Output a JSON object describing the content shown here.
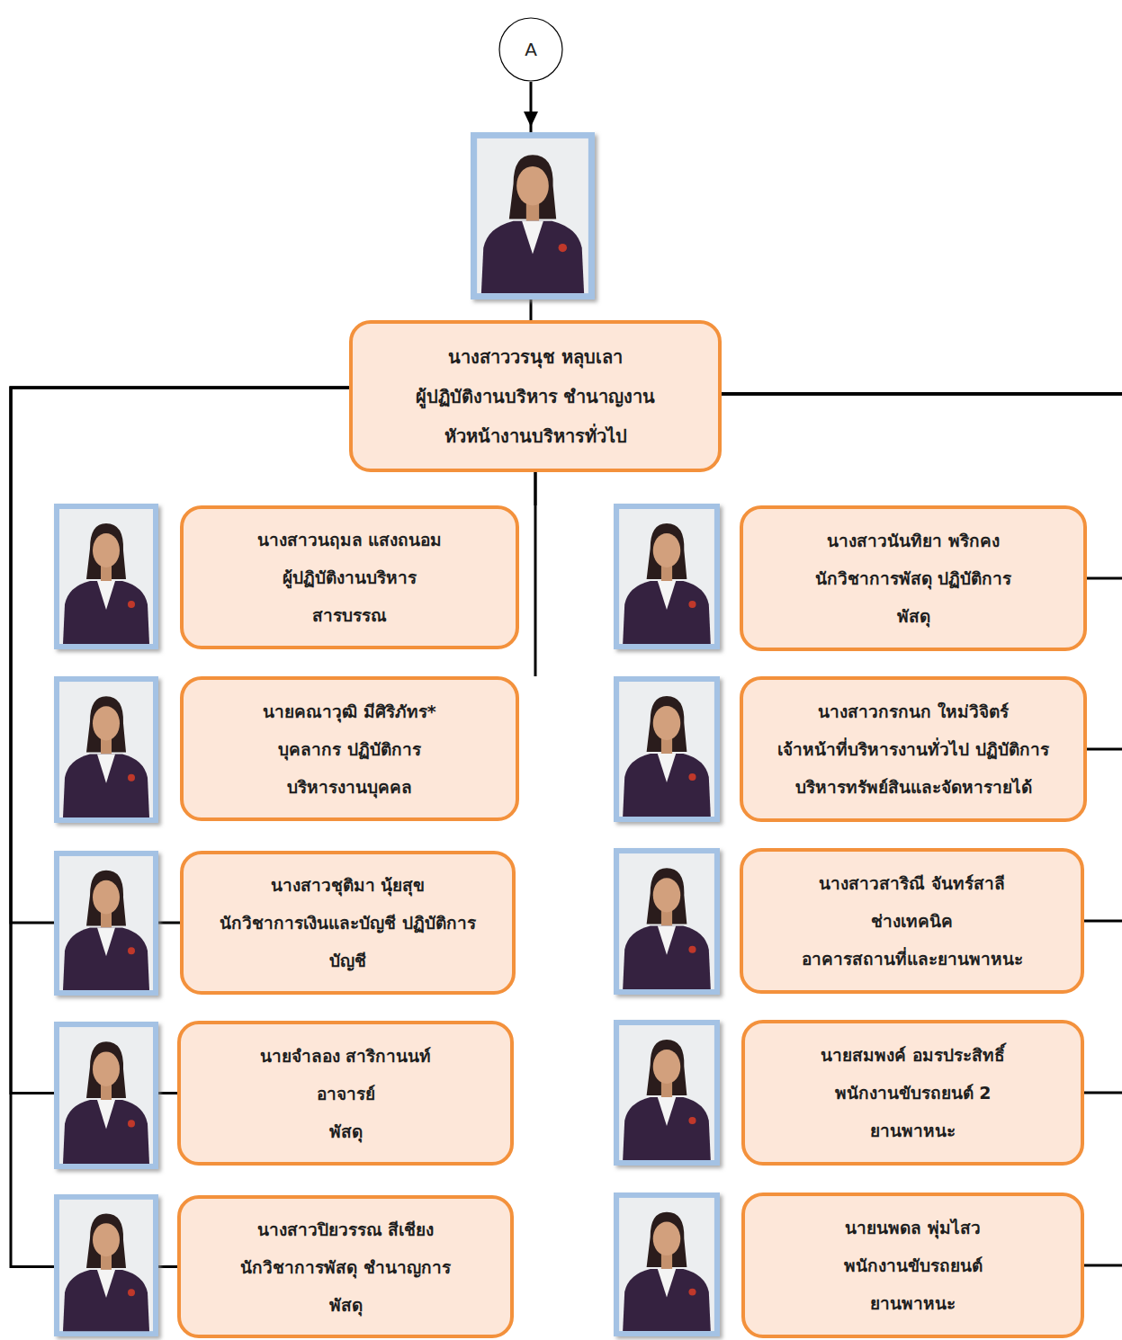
{
  "diagram": {
    "nodes": [
      {
        "text": [
          "A"
        ]
      },
      {
        "text": [
          "นางสาววรนุช หลุบเลา",
          "ผู้ปฏิบัติงานบริหาร ชำนาญงาน",
          "หัวหน้างานบริหารทั่วไป"
        ]
      },
      {
        "text": [
          "นางสาวนฤมล แสงถนอม",
          "ผู้ปฏิบัติงานบริหาร",
          "สารบรรณ"
        ]
      },
      {
        "text": [
          "นายคณาวุฒิ มีศิริภัทร*",
          "บุคลากร ปฏิบัติการ",
          "บริหารงานบุคคล"
        ]
      },
      {
        "text": [
          "นางสาวชุติมา นุ้ยสุข",
          "นักวิชาการเงินและบัญชี ปฏิบัติการ",
          "บัญชี"
        ]
      },
      {
        "text": [
          "นายจำลอง สาริกานนท์",
          "อาจารย์",
          "พัสดุ"
        ]
      },
      {
        "text": [
          "นางสาวปิยวรรณ สีเชียง",
          "นักวิชาการพัสดุ ชำนาญการ",
          "พัสดุ"
        ]
      },
      {
        "text": [
          "นางสาวนันทิยา พริกคง",
          "นักวิชาการพัสดุ ปฏิบัติการ",
          "พัสดุ"
        ]
      },
      {
        "text": [
          "นางสาวกรกนก ใหม่วิจิตร์",
          "เจ้าหน้าที่บริหารงานทั่วไป ปฏิบัติการ",
          "บริหารทรัพย์สินและจัดหารายได้"
        ]
      },
      {
        "text": [
          "นางสาวสาริณี จันทร์สาลี",
          "ช่างเทคนิค",
          "อาคารสถานที่และยานพาหนะ"
        ]
      },
      {
        "text": [
          "นายสมพงค์ อมรประสิทธิ์",
          "พนักงานขับรถยนต์ 2",
          "ยานพาหนะ"
        ]
      },
      {
        "text": [
          "นายนพดล พุ่มไสว",
          "พนักงานขับรถยนต์",
          "ยานพาหนะ"
        ]
      }
    ],
    "edges": [
      {
        "from": 0,
        "to": 1,
        "arrow": "to"
      },
      {
        "from": 1,
        "to": 2,
        "arrow": "none"
      },
      {
        "from": 1,
        "to": 3,
        "arrow": "none"
      },
      {
        "from": 1,
        "to": 4,
        "arrow": "none"
      },
      {
        "from": 1,
        "to": 5,
        "arrow": "none"
      },
      {
        "from": 1,
        "to": 6,
        "arrow": "none"
      },
      {
        "from": 1,
        "to": 7,
        "arrow": "none"
      },
      {
        "from": 1,
        "to": 8,
        "arrow": "none"
      },
      {
        "from": 1,
        "to": 9,
        "arrow": "none"
      },
      {
        "from": 1,
        "to": 10,
        "arrow": "none"
      },
      {
        "from": 1,
        "to": 11,
        "arrow": "none"
      }
    ]
  }
}
